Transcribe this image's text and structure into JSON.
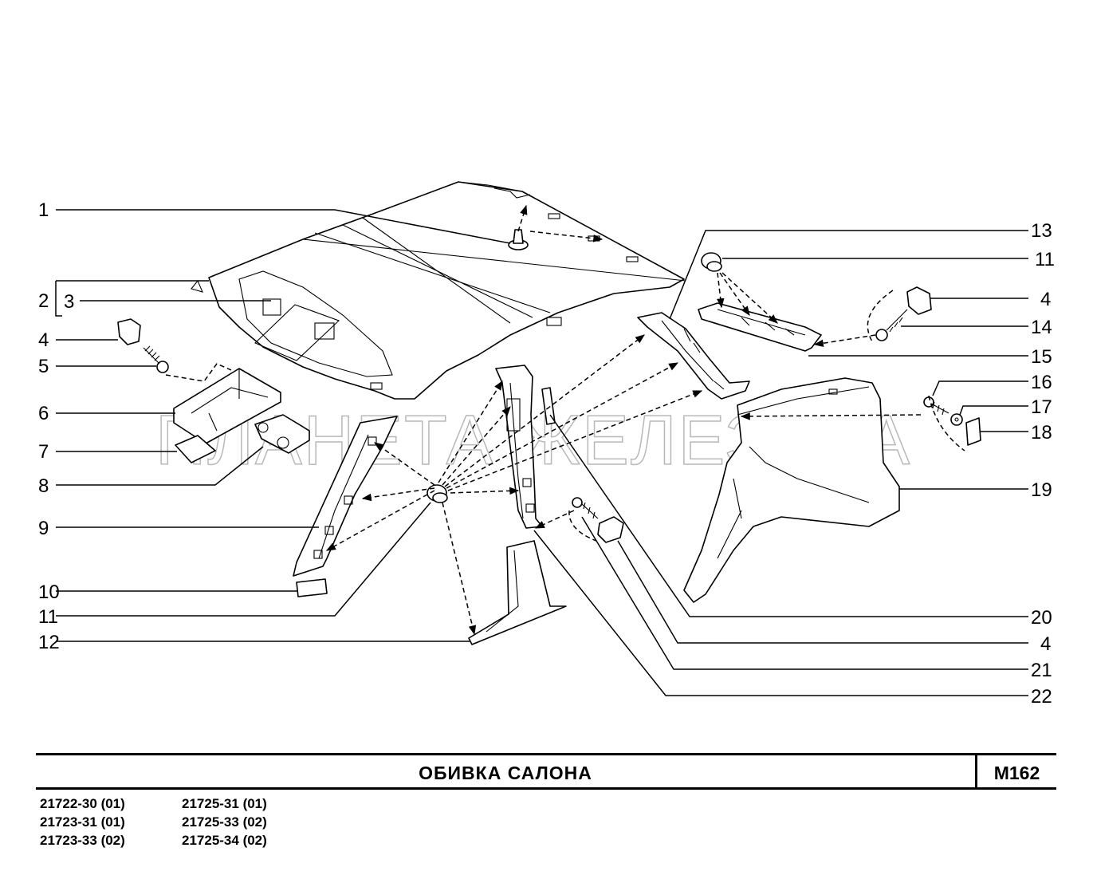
{
  "title": "ОБИВКА   САЛОНА",
  "sheet_code": "M162",
  "watermark": "ПЛАНЕТА ЖЕЛЕЗЯКА",
  "models": {
    "col1": [
      "21722-30 (01)",
      "21723-31 (01)",
      "21723-33 (02)"
    ],
    "col2": [
      "21725-31 (01)",
      "21725-33 (02)",
      "21725-34 (02)"
    ]
  },
  "callouts_left": [
    "1",
    "2",
    "3",
    "4",
    "5",
    "6",
    "7",
    "8",
    "9",
    "10",
    "11",
    "12"
  ],
  "callouts_right": [
    "13",
    "11",
    "4",
    "14",
    "15",
    "16",
    "17",
    "18",
    "19",
    "20",
    "4",
    "21",
    "22"
  ]
}
